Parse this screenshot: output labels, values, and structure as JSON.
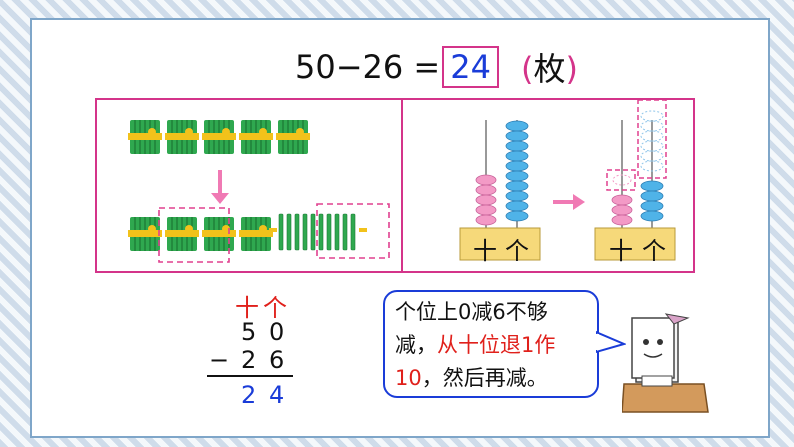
{
  "equation": {
    "expression": "50−26 =",
    "answer": "24",
    "unit_open": "(",
    "unit": "枚",
    "unit_close": ")"
  },
  "abacus": {
    "left": {
      "tens_label": "十",
      "ones_label": "个"
    },
    "right": {
      "tens_label": "十",
      "ones_label": "个"
    }
  },
  "vertical": {
    "tens_header": "十",
    "ones_header": "个",
    "minuend": [
      "5",
      "0"
    ],
    "operator": "−",
    "subtrahend": [
      "2",
      "6"
    ],
    "result": [
      "2",
      "4"
    ]
  },
  "bubble": {
    "line1": "个位上0减6不够",
    "line2_a": "减，",
    "line2_b": "从十位退1作",
    "line3_a": "10",
    "line3_b": "，然后再减。"
  },
  "colors": {
    "accent": "#d4348a",
    "answer": "#1a3cd8",
    "red": "#e0201b",
    "stick": "#2fa84f",
    "bead_blue": "#4fb3e8",
    "bead_pink": "#f39ac6"
  }
}
